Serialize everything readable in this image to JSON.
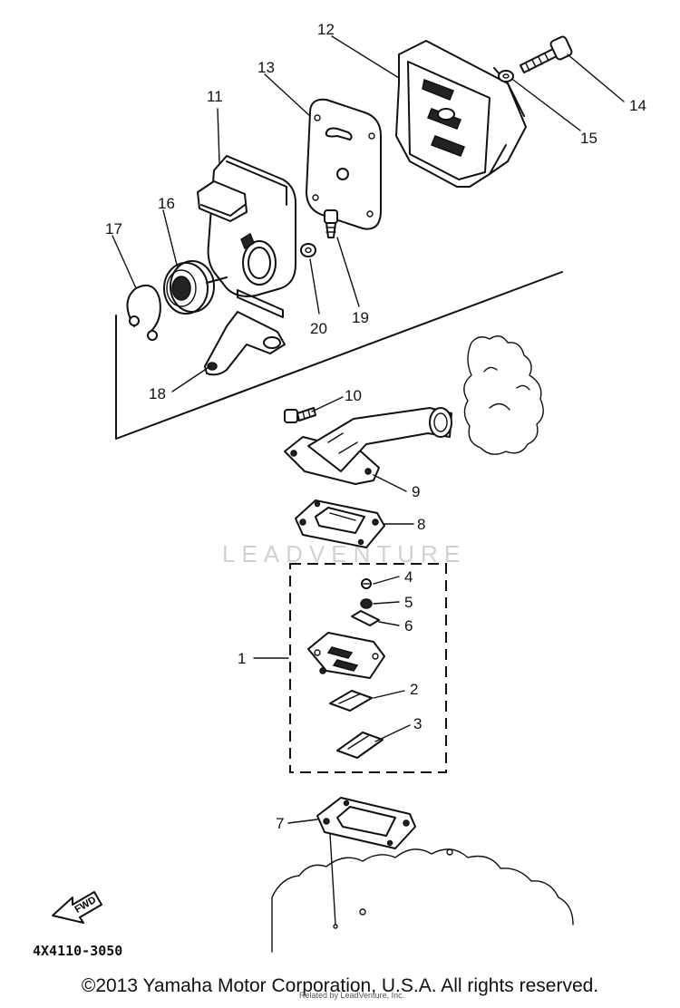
{
  "diagram": {
    "watermark": "LEADVENTURE",
    "part_code": "4X4110-3050",
    "fwd_label": "FWD",
    "callouts": [
      {
        "id": "c1",
        "label": "1"
      },
      {
        "id": "c2",
        "label": "2"
      },
      {
        "id": "c3",
        "label": "3"
      },
      {
        "id": "c4",
        "label": "4"
      },
      {
        "id": "c5",
        "label": "5"
      },
      {
        "id": "c6",
        "label": "6"
      },
      {
        "id": "c7",
        "label": "7"
      },
      {
        "id": "c8",
        "label": "8"
      },
      {
        "id": "c9",
        "label": "9"
      },
      {
        "id": "c10",
        "label": "10"
      },
      {
        "id": "c11",
        "label": "11"
      },
      {
        "id": "c12",
        "label": "12"
      },
      {
        "id": "c13",
        "label": "13"
      },
      {
        "id": "c14",
        "label": "14"
      },
      {
        "id": "c15",
        "label": "15"
      },
      {
        "id": "c16",
        "label": "16"
      },
      {
        "id": "c17",
        "label": "17"
      },
      {
        "id": "c18",
        "label": "18"
      },
      {
        "id": "c19",
        "label": "19"
      },
      {
        "id": "c20",
        "label": "20"
      }
    ]
  },
  "footer": {
    "copyright": "©2013 Yamaha Motor Corporation, U.S.A. All rights reserved.",
    "credit": "Related by LeadVenture, Inc."
  }
}
